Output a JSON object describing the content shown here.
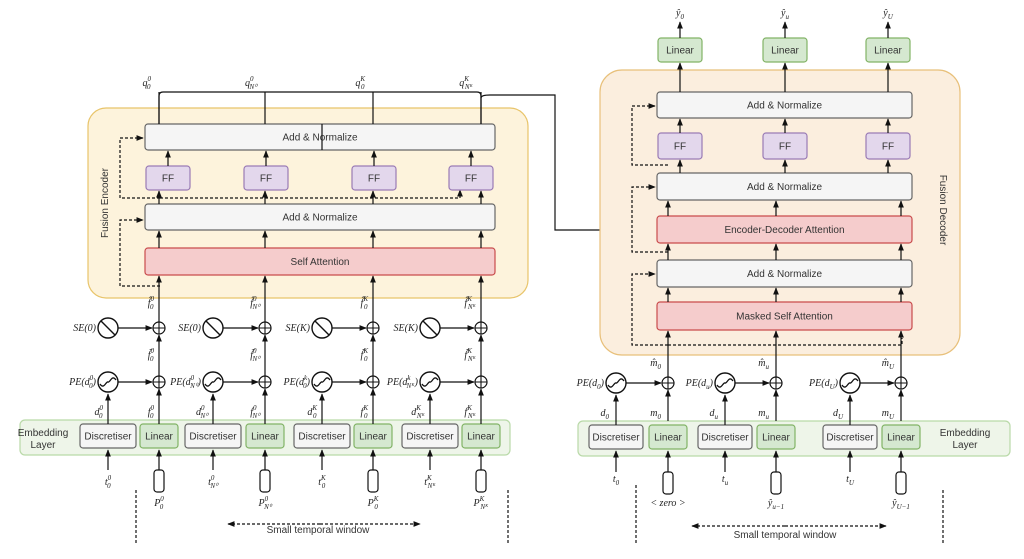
{
  "encoder": {
    "title": "Fusion Encoder",
    "add_norm_top": "Add & Normalize",
    "ff": "FF",
    "add_norm_bottom": "Add & Normalize",
    "self_attention": "Self Attention",
    "embedding_layer": [
      "Embedding",
      "Layer"
    ],
    "discretiser": "Discretiser",
    "linear": "Linear",
    "window": "Small temporal window",
    "columns": [
      {
        "q": {
          "b": "q",
          "sub": "0",
          "sup": "0"
        },
        "fhat": {
          "b": "f̂",
          "sub": "0",
          "sup": "0"
        },
        "se": "SE(0)",
        "ftil": {
          "b": "f̃",
          "sub": "0",
          "sup": "0"
        },
        "pe": {
          "b": "PE(d",
          "sub": "0",
          "sup": "0",
          "end": ")"
        },
        "d": {
          "b": "d",
          "sub": "0",
          "sup": "0"
        },
        "f": {
          "b": "f",
          "sub": "0",
          "sup": "0"
        },
        "t": {
          "b": "t",
          "sub": "0",
          "sup": "0"
        },
        "p": {
          "b": "P",
          "sub": "0",
          "sup": "0"
        }
      },
      {
        "q": {
          "b": "q",
          "sub": "N⁰",
          "sup": "0"
        },
        "fhat": {
          "b": "f̂",
          "sub": "N⁰",
          "sup": "0"
        },
        "se": "SE(0)",
        "ftil": {
          "b": "f̃",
          "sub": "N⁰",
          "sup": "0"
        },
        "pe": {
          "b": "PE(d",
          "sub": "N⁰",
          "sup": "0",
          "end": ")"
        },
        "d": {
          "b": "d",
          "sub": "N⁰",
          "sup": "0"
        },
        "f": {
          "b": "f",
          "sub": "N⁰",
          "sup": "0"
        },
        "t": {
          "b": "t",
          "sub": "N⁰",
          "sup": "0"
        },
        "p": {
          "b": "P",
          "sub": "N⁰",
          "sup": "0"
        }
      },
      {
        "q": {
          "b": "q",
          "sub": "0",
          "sup": "K"
        },
        "fhat": {
          "b": "f̂",
          "sub": "0",
          "sup": "K"
        },
        "se": "SE(K)",
        "ftil": {
          "b": "f̃",
          "sub": "0",
          "sup": "K"
        },
        "pe": {
          "b": "PE(d",
          "sub": "0",
          "sup": "k",
          "end": ")"
        },
        "d": {
          "b": "d",
          "sub": "0",
          "sup": "K"
        },
        "f": {
          "b": "f",
          "sub": "0",
          "sup": "K"
        },
        "t": {
          "b": "t",
          "sub": "0",
          "sup": "K"
        },
        "p": {
          "b": "P",
          "sub": "0",
          "sup": "K"
        }
      },
      {
        "q": {
          "b": "q",
          "sub": "Nᴷ",
          "sup": "K"
        },
        "fhat": {
          "b": "f̂",
          "sub": "Nᴷ",
          "sup": "K"
        },
        "se": "SE(K)",
        "ftil": {
          "b": "f̃",
          "sub": "Nᴷ",
          "sup": "K"
        },
        "pe": {
          "b": "PE(d",
          "sub": "Nᴷ",
          "sup": "k",
          "end": ")"
        },
        "d": {
          "b": "d",
          "sub": "Nᴷ",
          "sup": "K"
        },
        "f": {
          "b": "f",
          "sub": "Nᴷ",
          "sup": "K"
        },
        "t": {
          "b": "t",
          "sub": "Nᴷ",
          "sup": "K"
        },
        "p": {
          "b": "P",
          "sub": "Nᴷ",
          "sup": "K"
        }
      }
    ]
  },
  "decoder": {
    "title": "Fusion Decoder",
    "add_norm_top": "Add & Normalize",
    "ff": "FF",
    "add_norm_mid": "Add & Normalize",
    "enc_dec_attention": "Encoder-Decoder Attention",
    "add_norm_bottom": "Add & Normalize",
    "masked_self_attention": "Masked Self Attention",
    "embedding_layer": [
      "Embedding",
      "Layer"
    ],
    "discretiser": "Discretiser",
    "linear": "Linear",
    "window": "Small temporal window",
    "columns": [
      {
        "y": {
          "b": "ŷ",
          "sub": "0"
        },
        "mhat": {
          "b": "m̂",
          "sub": "0"
        },
        "pe": {
          "b": "PE(d",
          "sub": "0",
          "end": ")"
        },
        "d": {
          "b": "d",
          "sub": "0"
        },
        "m": {
          "b": "m",
          "sub": "0"
        },
        "t": {
          "b": "t",
          "sub": "0"
        },
        "in": {
          "b": "< zero >"
        }
      },
      {
        "y": {
          "b": "ŷ",
          "sub": "u"
        },
        "mhat": {
          "b": "m̂",
          "sub": "u"
        },
        "pe": {
          "b": "PE(d",
          "sub": "u",
          "end": ")"
        },
        "d": {
          "b": "d",
          "sub": "u"
        },
        "m": {
          "b": "m",
          "sub": "u"
        },
        "t": {
          "b": "t",
          "sub": "u"
        },
        "in": {
          "b": "ŷ",
          "sub": "u−1"
        }
      },
      {
        "y": {
          "b": "ŷ",
          "sub": "U"
        },
        "mhat": {
          "b": "m̂",
          "sub": "U"
        },
        "pe": {
          "b": "PE(d",
          "sub": "U",
          "end": ")"
        },
        "d": {
          "b": "d",
          "sub": "U"
        },
        "m": {
          "b": "m",
          "sub": "U"
        },
        "t": {
          "b": "t",
          "sub": "U"
        },
        "in": {
          "b": "ŷ",
          "sub": "U−1"
        }
      }
    ]
  },
  "colors": {
    "encoder_bg": "#fdf3dc",
    "encoder_border": "#e8c46a",
    "decoder_bg": "#fbeede",
    "decoder_border": "#e8c07a",
    "embed_bg": "#eef5e9",
    "embed_border": "#b9d9a8",
    "attention": "#f5cccc",
    "attention_border": "#c94c4c",
    "ff": "#e3d7ec",
    "ff_border": "#9a7bb5",
    "linear": "#d5e8d0",
    "linear_border": "#82b366",
    "box": "#f5f5f5",
    "box_border": "#666666"
  }
}
